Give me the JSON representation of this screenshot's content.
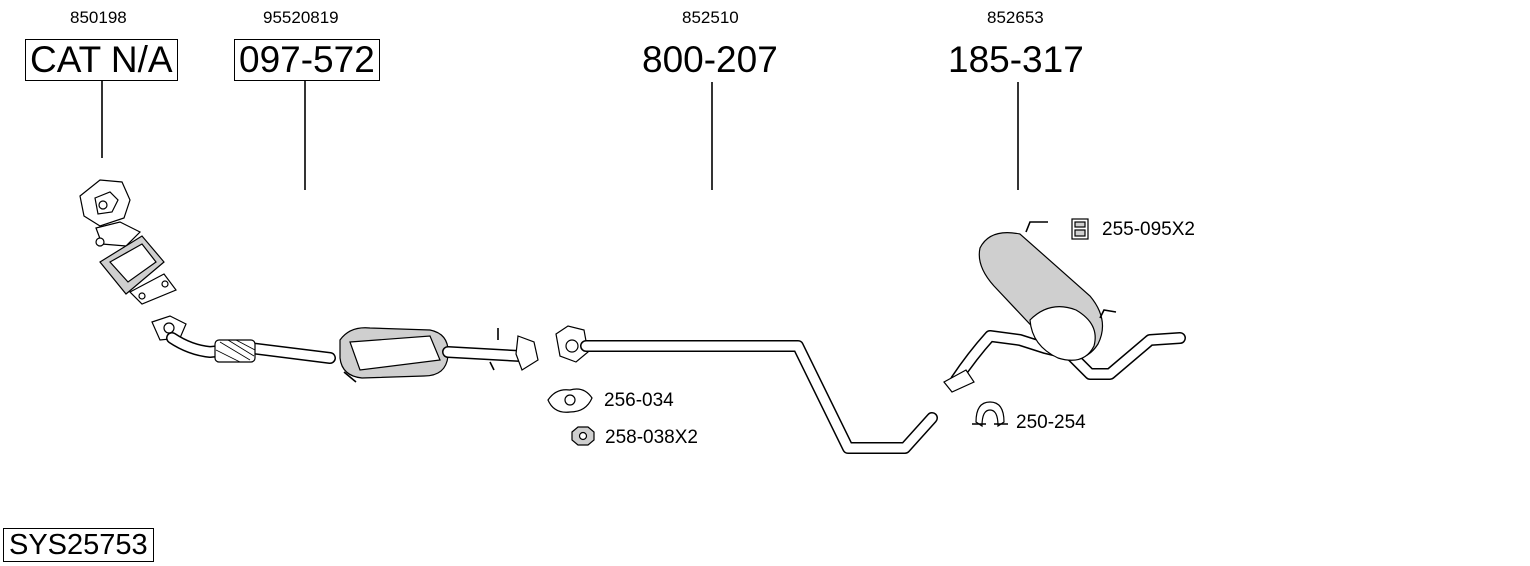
{
  "parts": [
    {
      "oe_number": "850198",
      "part_number": "CAT N/A"
    },
    {
      "oe_number": "95520819",
      "part_number": "097-572"
    },
    {
      "oe_number": "852510",
      "part_number": "800-207"
    },
    {
      "oe_number": "852653",
      "part_number": "185-317"
    }
  ],
  "accessories": [
    {
      "part_number": "255-095X2",
      "icon": "rubber-mount-icon"
    },
    {
      "part_number": "256-034",
      "icon": "gasket-icon"
    },
    {
      "part_number": "258-038X2",
      "icon": "nut-icon"
    },
    {
      "part_number": "250-254",
      "icon": "clamp-icon"
    }
  ],
  "system_code": "SYS25753"
}
